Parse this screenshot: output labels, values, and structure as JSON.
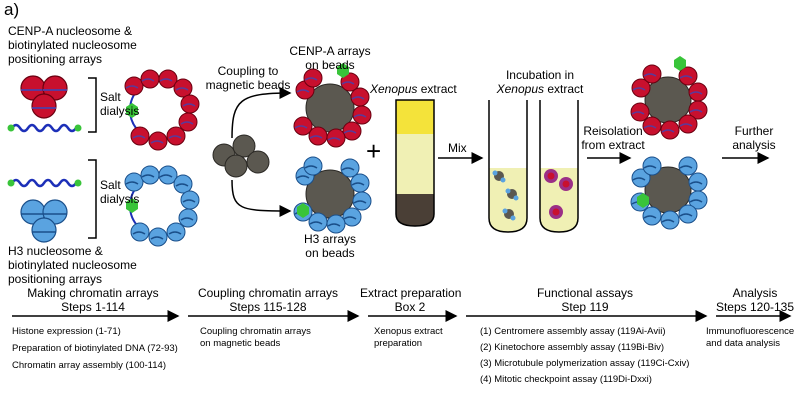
{
  "panel_label": "a)",
  "top": {
    "cenp_source": [
      "CENP-A nucleosome &",
      "biotinylated nucleosome",
      "positioning arrays"
    ],
    "h3_source": [
      "H3 nucleosome &",
      "biotinylated nucleosome",
      "positioning arrays"
    ],
    "salt_dialysis_top": [
      "Salt",
      "dialysis"
    ],
    "salt_dialysis_bottom": [
      "Salt",
      "dialysis"
    ],
    "coupling": [
      "Coupling to",
      "magnetic beads"
    ],
    "cenp_beads": [
      "CENP-A arrays",
      "on beads"
    ],
    "h3_beads": [
      "H3 arrays",
      "on beads"
    ],
    "xenopus_word": "Xenopus",
    "extract_word": " extract",
    "plus": "+",
    "mix": "Mix",
    "incubation_line1": "Incubation in",
    "incubation_xenopus": "Xenopus",
    "incubation_extract": " extract",
    "reisolation": [
      "Reisolation",
      "from extract"
    ],
    "further": [
      "Further",
      "analysis"
    ]
  },
  "steps": [
    {
      "title": "Making chromatin arrays",
      "subtitle": "Steps 1-114",
      "items": [
        "Histone expression (1-71)",
        "Preparation of biotinylated DNA (72-93)",
        "Chromatin array assembly (100-114)"
      ]
    },
    {
      "title": "Coupling chromatin arrays",
      "subtitle": "Steps 115-128",
      "items": [
        "Coupling chromatin arrays",
        "on magnetic beads"
      ]
    },
    {
      "title": "Extract preparation",
      "subtitle": "Box 2",
      "items": [
        "Xenopus extract",
        "preparation"
      ]
    },
    {
      "title": "Functional assays",
      "subtitle": "Step 119",
      "items": [
        "(1) Centromere assembly assay (119Ai-Avii)",
        "(2) Kinetochore assembly assay (119Bi-Biv)",
        "(3) Microtubule polymerization assay (119Ci-Cxiv)",
        "(4) Mitotic checkpoint assay (119Di-Dxxi)"
      ]
    },
    {
      "title": "Analysis",
      "subtitle": "Steps 120-135",
      "items": [
        "Immunofluorescence",
        "and data analysis"
      ]
    }
  ],
  "colors": {
    "cenp_red": "#c8102e",
    "h3_blue": "#5aa3e0",
    "dna_blue": "#1c2fb8",
    "biotin_green": "#39c43a",
    "bead_gray": "#5b5850",
    "extract_yellow": "#f4e33a",
    "extract_pale": "#f0f0b4",
    "extract_dark": "#4a3f36",
    "kinetochore_purple": "#9b2f86"
  }
}
